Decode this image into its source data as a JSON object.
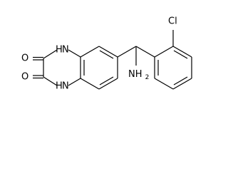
{
  "molecule": {
    "atoms": {
      "o_top": "O",
      "o_bottom": "O",
      "nh_top": "H",
      "n_top": "N",
      "nh_bottom": "H",
      "n_bottom": "N",
      "cl": "Cl",
      "nh2": "NH",
      "nh2_sub": "2"
    }
  }
}
